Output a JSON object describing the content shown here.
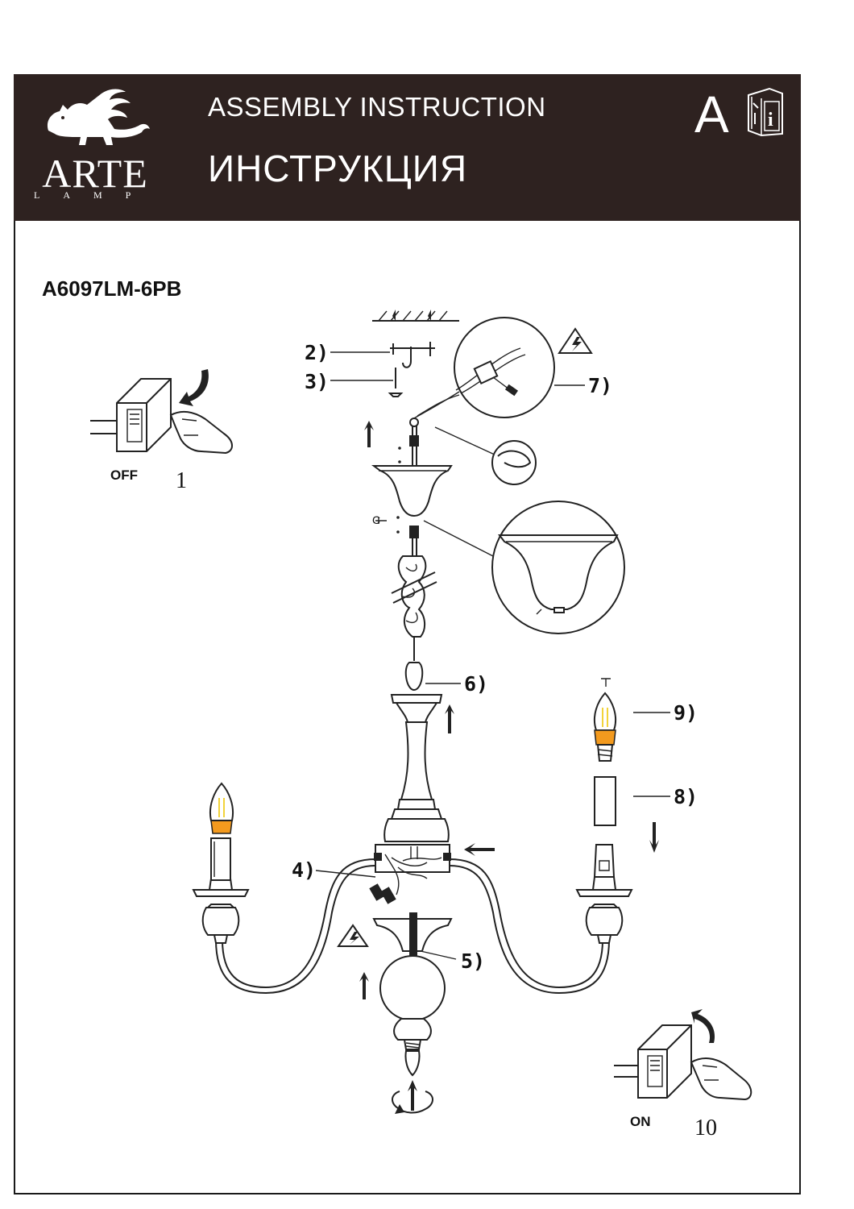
{
  "header": {
    "brand_name": "ARTE",
    "brand_sub": "LAMP",
    "title_en": "ASSEMBLY  INSTRUCTION",
    "title_ru": "ИНСТРУКЦИЯ",
    "language": "A",
    "info_icon": "manual-info-icon"
  },
  "model": "A6097LM-6PB",
  "steps": {
    "switch_off": {
      "state": "OFF",
      "number": "1"
    },
    "switch_on": {
      "state": "ON",
      "number": "10"
    }
  },
  "part_labels": {
    "p2": "2)",
    "p3": "3)",
    "p4": "4)",
    "p5": "5)",
    "p6": "6)",
    "p7": "7)",
    "p8": "8)",
    "p9": "9)"
  },
  "colors": {
    "header_bg": "#2e2220",
    "bulb_base": "#f39a1e",
    "filament": "#f2d33a"
  },
  "icons": [
    "electric-hazard-icon",
    "hand-pressing-icon",
    "rotate-arrow-icon",
    "ceiling-icon"
  ]
}
